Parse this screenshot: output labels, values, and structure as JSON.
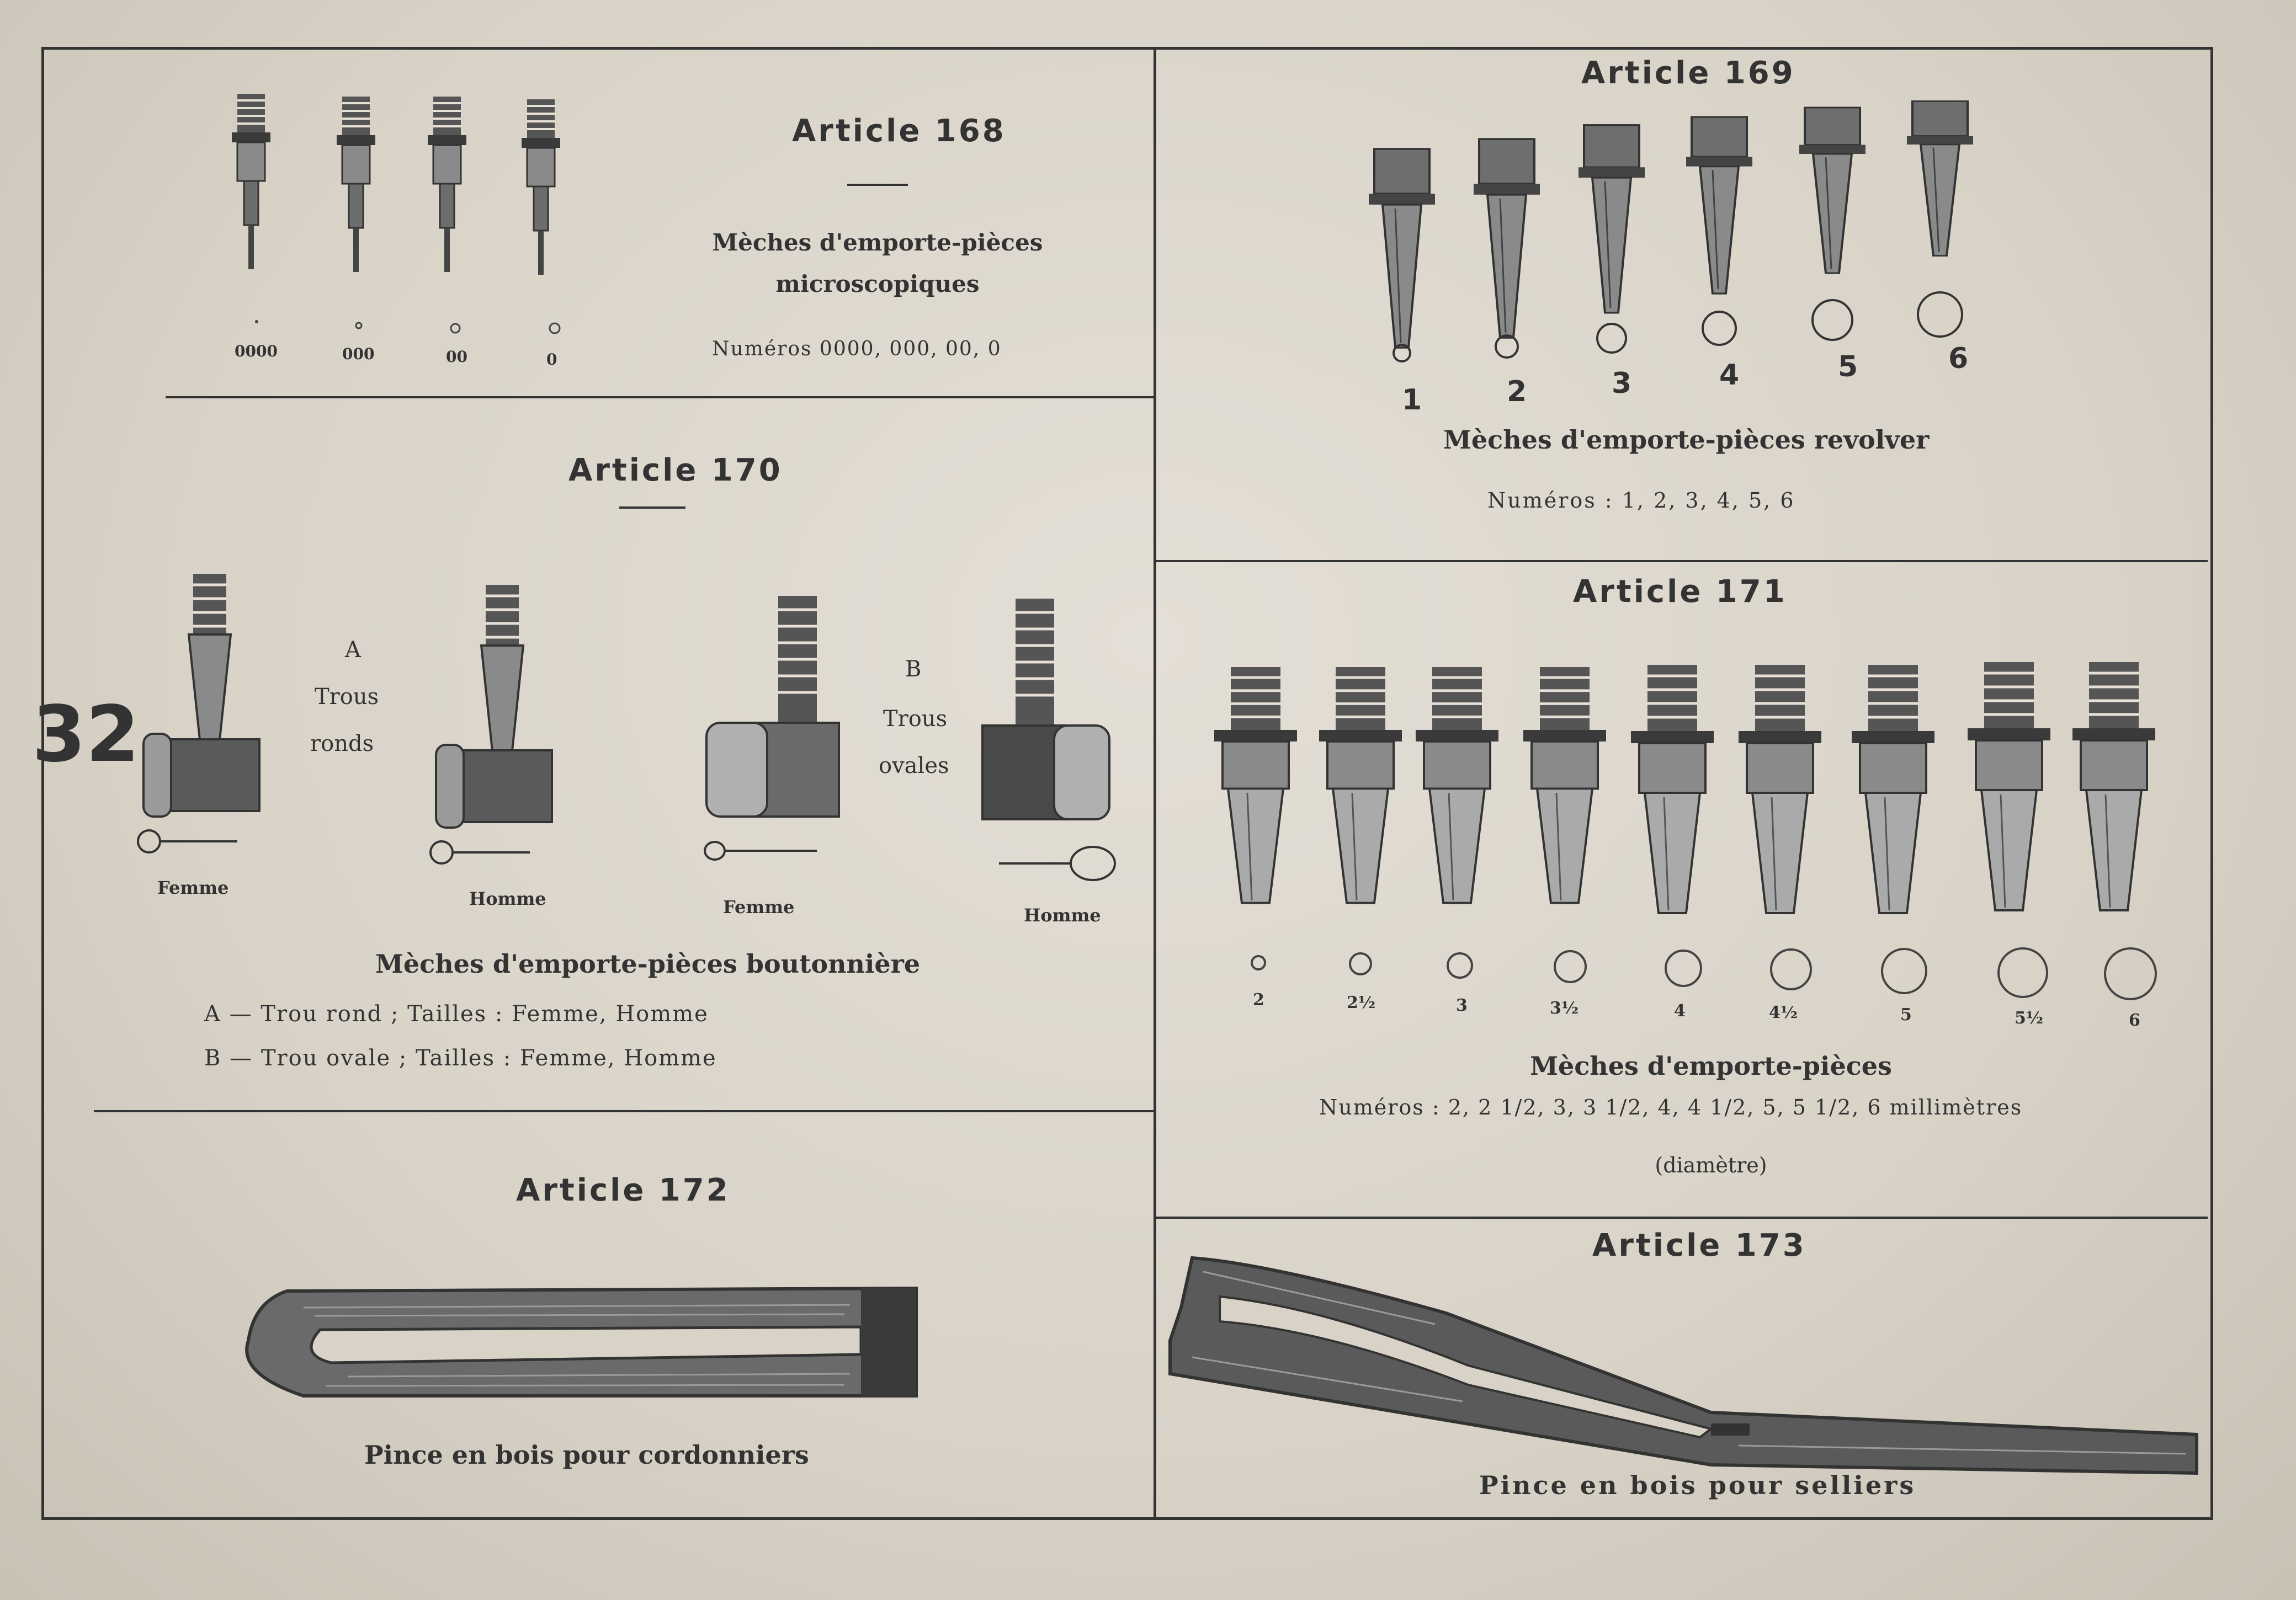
{
  "page_number": "32",
  "a168": {
    "title": "Article 168",
    "desc_line1": "Mèches d'emporte-pièces",
    "desc_line2": "microscopiques",
    "numbers": "Numéros 0000, 000, 00, 0",
    "labels": [
      "0000",
      "000",
      "00",
      "0"
    ]
  },
  "a169": {
    "title": "Article 169",
    "labels": [
      "1",
      "2",
      "3",
      "4",
      "5",
      "6"
    ],
    "desc": "Mèches d'emporte-pièces revolver",
    "numbers": "Numéros : 1, 2, 3, 4, 5, 6"
  },
  "a170": {
    "title": "Article 170",
    "groupA": [
      "A",
      "Trous",
      "ronds"
    ],
    "groupB": [
      "B",
      "Trous",
      "ovales"
    ],
    "labels": [
      "Femme",
      "Homme",
      "Femme",
      "Homme"
    ],
    "desc": "Mèches d'emporte-pièces boutonnière",
    "line_a": "A — Trou rond ; Tailles : Femme, Homme",
    "line_b": "B — Trou ovale ; Tailles : Femme, Homme"
  },
  "a171": {
    "title": "Article 171",
    "labels": [
      "2",
      "2½",
      "3",
      "3½",
      "4",
      "4½",
      "5",
      "5½",
      "6"
    ],
    "desc": "Mèches d'emporte-pièces",
    "numbers": "Numéros : 2, 2 1/2, 3, 3 1/2, 4, 4 1/2, 5, 5 1/2, 6 millimètres",
    "numbers2": "(diamètre)"
  },
  "a172": {
    "title": "Article 172",
    "desc": "Pince en bois pour cordonniers"
  },
  "a173": {
    "title": "Article 173",
    "desc": "Pince en bois pour selliers"
  }
}
